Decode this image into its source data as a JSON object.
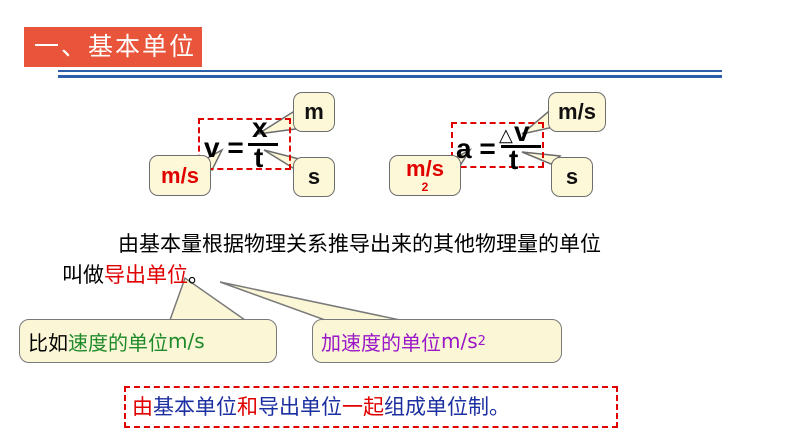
{
  "title": "一、基本单位",
  "formula_v": {
    "lhs": "v =",
    "numerator": "x",
    "denominator": "t",
    "callout_lhs": "m/s",
    "callout_num": "m",
    "callout_den": "s"
  },
  "formula_a": {
    "lhs": "a =",
    "delta": "△",
    "numerator": "v",
    "denominator": "t",
    "callout_lhs": "m/s",
    "callout_lhs_exp": "2",
    "callout_num": "m/s",
    "callout_den": "s"
  },
  "paragraph": {
    "line1": "由基本量根据物理关系推导出来的其他物理量的单位",
    "line2_prefix": "叫做",
    "line2_highlight": "导出单位",
    "line2_suffix": "。"
  },
  "examples": {
    "speed_prefix": "比如",
    "speed_colored": "速度的单位",
    "speed_unit": "m/s",
    "accel_colored": "加速度的单位",
    "accel_unit": "m/s",
    "accel_exp": "2"
  },
  "summary": {
    "p1": "由",
    "p2": "基本单位",
    "p3": "和",
    "p4": "导出单位",
    "p5": "一起",
    "p6": "组成",
    "p7": "单位制。"
  },
  "colors": {
    "title_bg": "#e8553a",
    "rule": "#2b5fa8",
    "red": "#e00000",
    "green": "#1f8a2a",
    "purple": "#9b16c8",
    "blue": "#1c2fa0",
    "callout_bg": "#fdf8d8"
  }
}
